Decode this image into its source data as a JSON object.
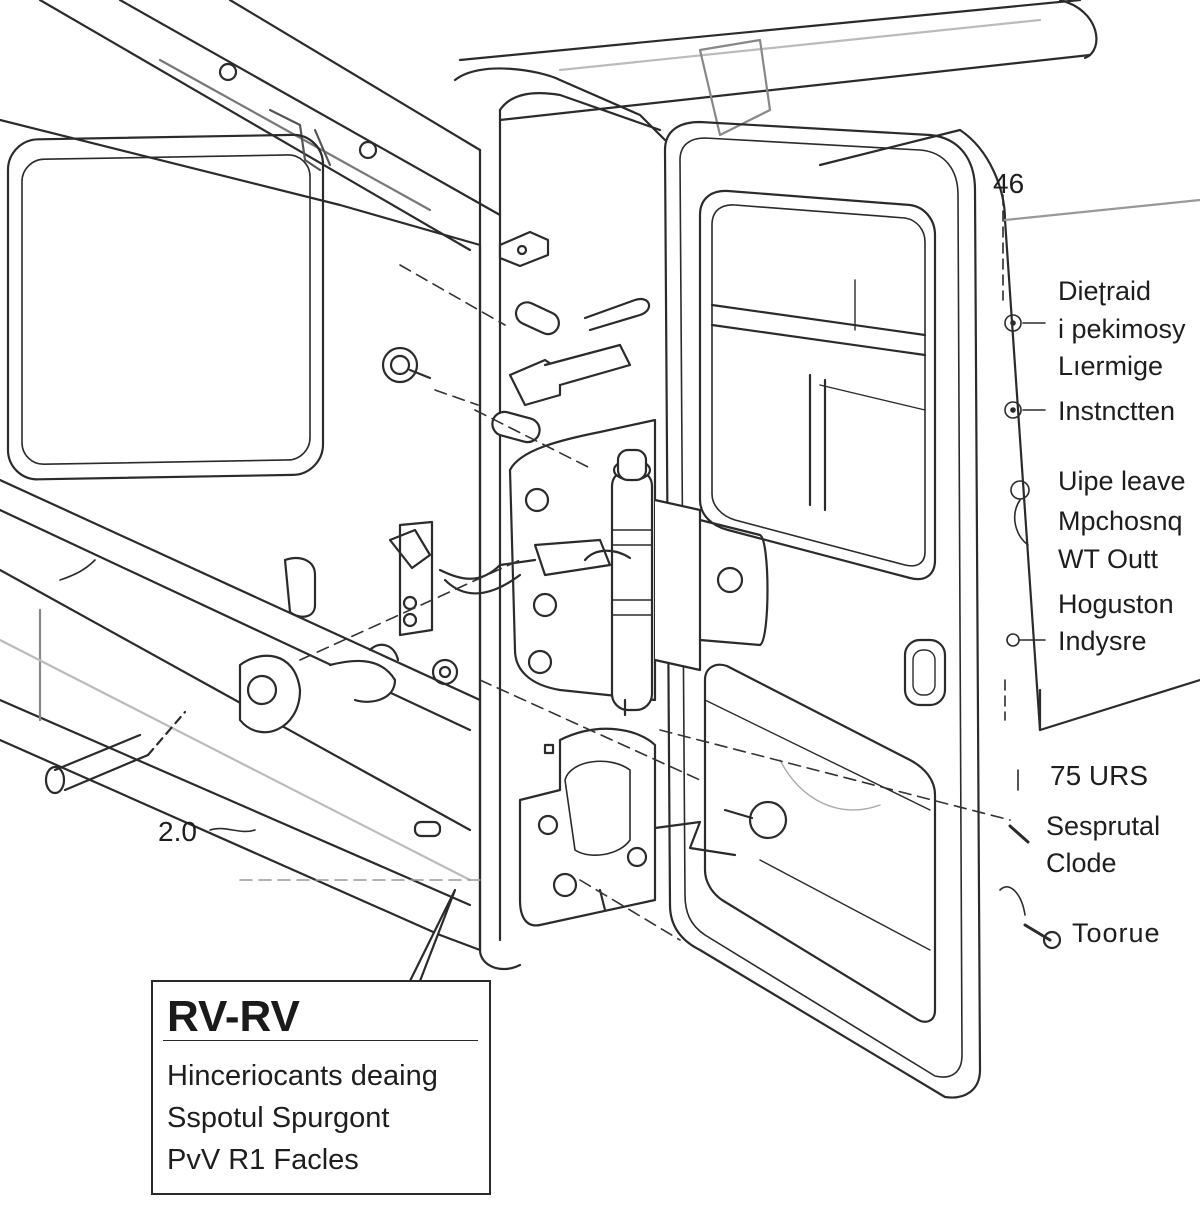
{
  "callouts": {
    "top_number": "46",
    "bottom_left_number": "2.0",
    "measure": "75 URS"
  },
  "right_labels": [
    "Dieʈraid",
    "i pekimosy",
    "Lıermige",
    "Instnctten",
    "Uipe leave",
    "Mpchosnq",
    "WT Outt",
    "Hoguston",
    "Indysre",
    "Sesprutal",
    "Clode",
    "Toorue"
  ],
  "caption": {
    "title": "RV-RV",
    "lines": [
      "Hinceriocants deaing",
      "Sspotul Spurgont",
      "PvV R1 Facles"
    ]
  }
}
